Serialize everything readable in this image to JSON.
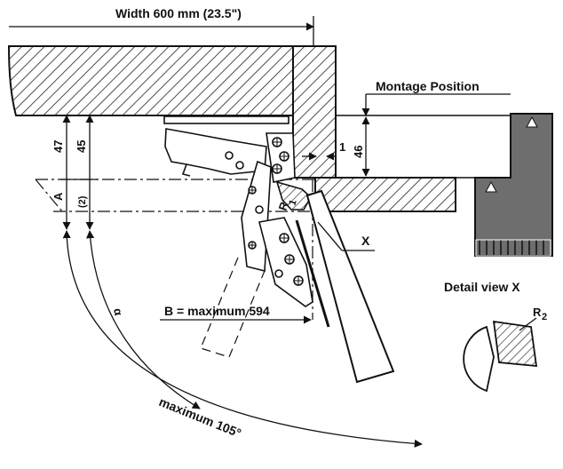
{
  "labels": {
    "width": "Width 600 mm (23.5\")",
    "montage": "Montage Position",
    "dim_47": "47",
    "dim_45": "45",
    "dim_46": "46",
    "dim_1": "1",
    "dim_A": "A",
    "dim_2": "(2)",
    "r1": "R",
    "r1_sub": "1",
    "x_marker": "X",
    "b_max": "B = maximum 594",
    "alpha": "α",
    "angle": "maximum 105°",
    "detail": "Detail view X",
    "r2": "R",
    "r2_sub": "2"
  },
  "colors": {
    "line": "#111111",
    "fill_dark": "#6e6e6e",
    "hatch": "#222222",
    "paper": "#ffffff"
  }
}
